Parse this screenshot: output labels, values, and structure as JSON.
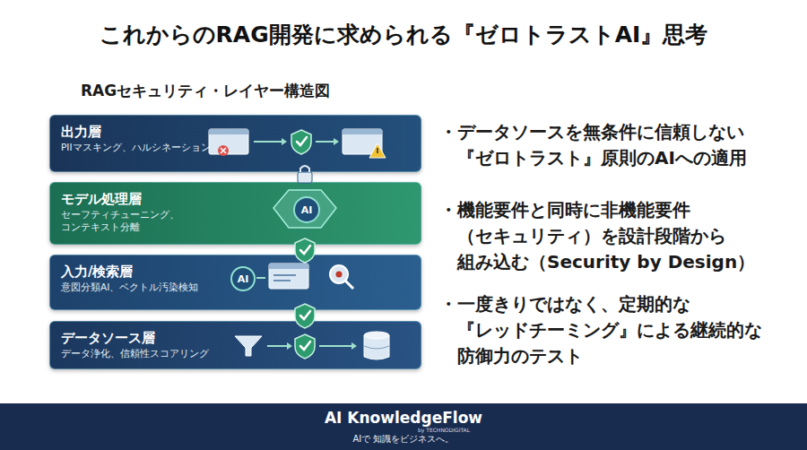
{
  "diagram": {
    "title": "これからのRAG開発に求められる『ゼロトラストAI』思考",
    "nodes": [
      {
        "text": [
          "出力層",
          "PIIマスキング、ハルシネーション検知"
        ]
      },
      {
        "text": [
          "モデル処理層",
          "セーフティチューニング、 コンテキスト分離"
        ]
      },
      {
        "text": [
          "AI"
        ],
        "in": 1
      },
      {
        "text": [
          "入力/検索層",
          "意図分類AI、ベクトル汚染検知"
        ]
      },
      {
        "text": [
          "AI"
        ],
        "in": 3
      },
      {
        "text": [
          "データソース層",
          "データ浄化、信頼性スコアリング"
        ]
      },
      {
        "text": [
          "AI KnowledgeFlow",
          "by TECHNODIGITAL",
          "AIで 知識をビジネスへ。"
        ]
      }
    ],
    "edges": [
      {
        "from": 0,
        "to": 1,
        "arrow": "none"
      },
      {
        "from": 1,
        "to": 3,
        "arrow": "none"
      },
      {
        "from": 3,
        "to": 5,
        "arrow": "none"
      }
    ],
    "labels": [
      "RAGセキュリティ・レイヤー構造図",
      "・データソースを無条件に信頼しない 『ゼロトラスト』原則のAIへの適用",
      "・機能要件と同時に非機能要件 （セキュリティ）を設計段階から 組み込む（Security by Design）",
      "・一度きりではなく、定期的な 『レッドチーミング』による継続的な 防御力のテスト"
    ]
  }
}
